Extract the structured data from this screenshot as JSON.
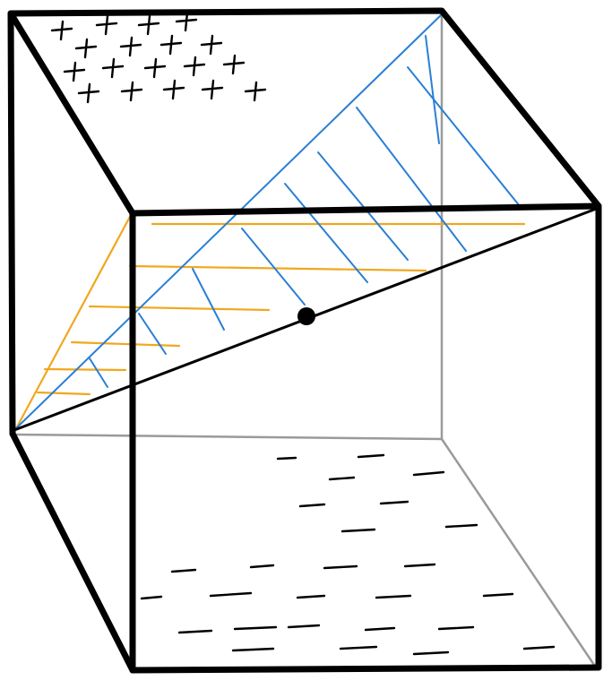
{
  "diagram": {
    "colors": {
      "edges": "#000000",
      "hidden_edges": "#9a9a9a",
      "blue_hatch": "#2a7fd4",
      "orange_hatch": "#f0a81e",
      "center_point": "#000000"
    },
    "shapes": [
      "cube",
      "diagonal-plane-blue-hatched",
      "triangle-orange-hatched",
      "cross-pattern-top-face",
      "dash-pattern-bottom-face",
      "center-point"
    ]
  }
}
